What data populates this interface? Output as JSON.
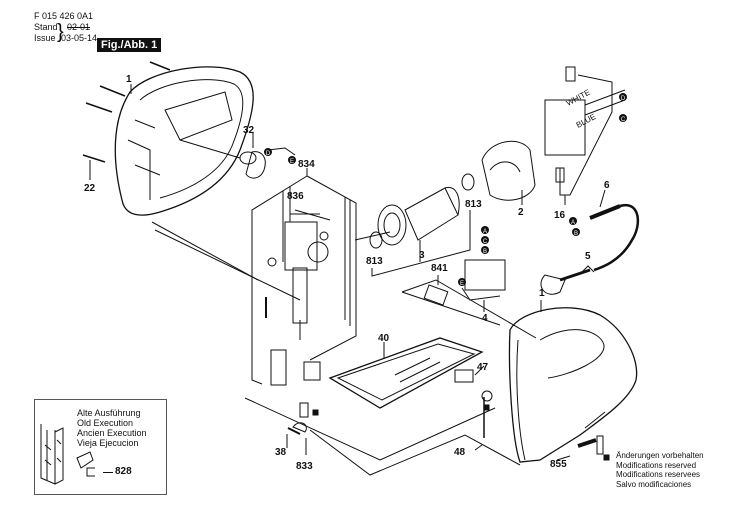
{
  "header": {
    "doc_number": "F 015 426 0A1",
    "stand_label": "Stand",
    "issue_label": "Issue",
    "stand_value_struck": "02-01",
    "issue_date": "03-05-14",
    "figure_label": "Fig./Abb. 1"
  },
  "inset": {
    "lines": [
      "Alte Ausführung",
      "Old Execution",
      "Ancien Execution",
      "Vieja Ejecucion"
    ],
    "part": "828"
  },
  "notes": {
    "lines": [
      "Änderungen vorbehalten",
      "Modifications reserved",
      "Modifications reservees",
      "Salvo modificaciones"
    ]
  },
  "wires": {
    "white": "WHITE",
    "blue": "BLUE"
  },
  "connectors": [
    "A",
    "B",
    "C",
    "D",
    "E"
  ],
  "parts": [
    {
      "id": "p1a",
      "label": "1"
    },
    {
      "id": "p22",
      "label": "22"
    },
    {
      "id": "p32",
      "label": "32"
    },
    {
      "id": "p834",
      "label": "834"
    },
    {
      "id": "p836",
      "label": "836"
    },
    {
      "id": "p813a",
      "label": "813"
    },
    {
      "id": "p813b",
      "label": "813"
    },
    {
      "id": "p3",
      "label": "3"
    },
    {
      "id": "p2",
      "label": "2"
    },
    {
      "id": "p16",
      "label": "16"
    },
    {
      "id": "p6",
      "label": "6"
    },
    {
      "id": "p5",
      "label": "5"
    },
    {
      "id": "p841",
      "label": "841"
    },
    {
      "id": "p4",
      "label": "4"
    },
    {
      "id": "p1b",
      "label": "1"
    },
    {
      "id": "p40",
      "label": "40"
    },
    {
      "id": "p47",
      "label": "47"
    },
    {
      "id": "p38",
      "label": "38"
    },
    {
      "id": "p833",
      "label": "833"
    },
    {
      "id": "p48",
      "label": "48"
    },
    {
      "id": "p855",
      "label": "855"
    }
  ]
}
